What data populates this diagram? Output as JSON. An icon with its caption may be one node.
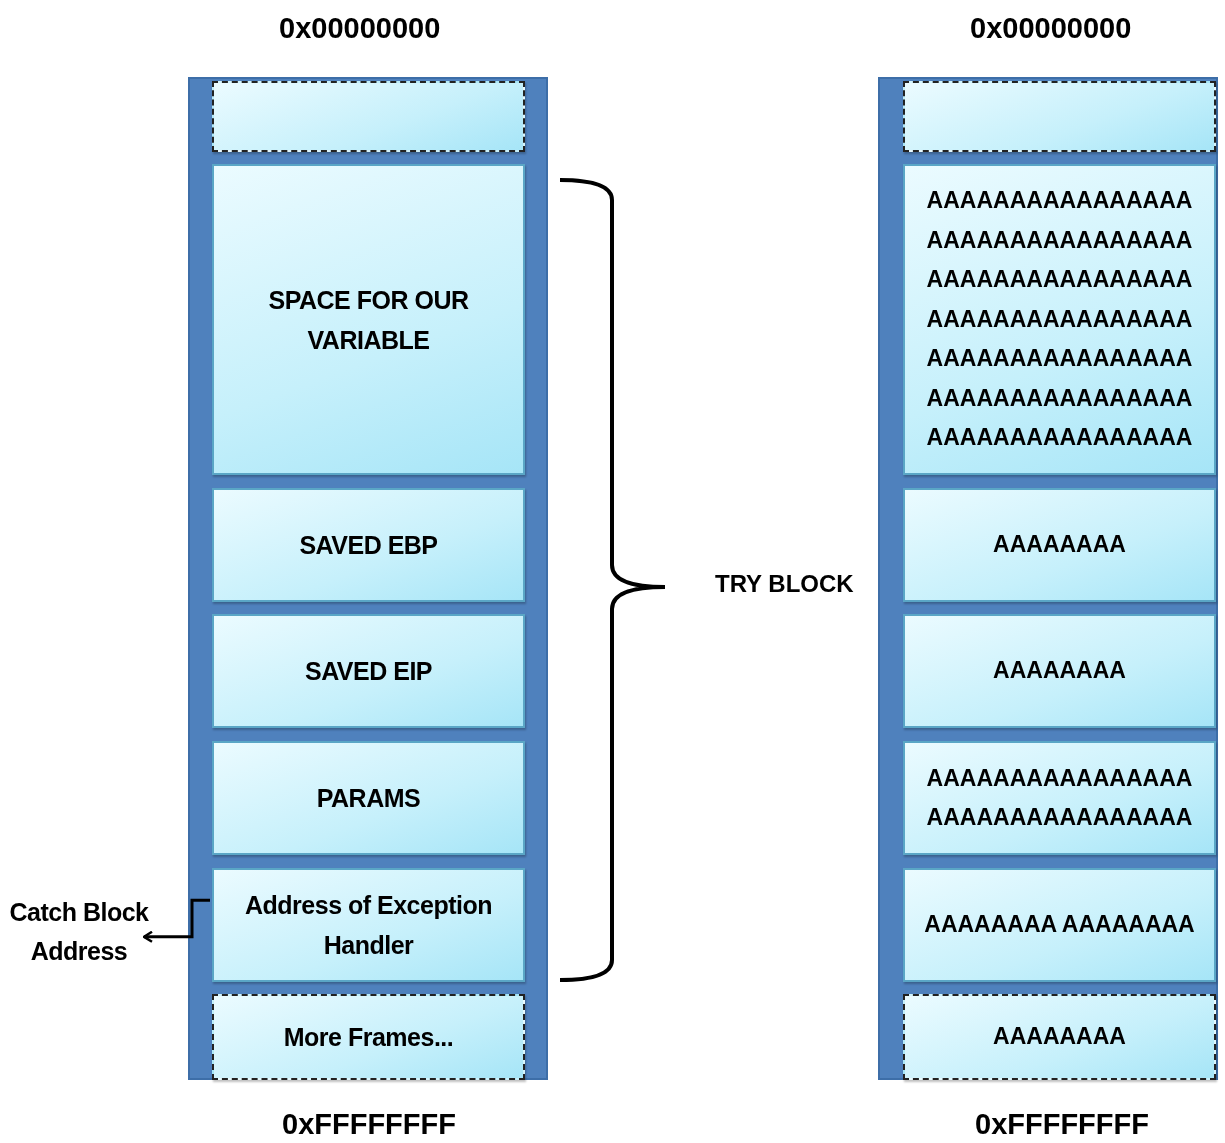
{
  "diagram": {
    "nodes": [
      {
        "text": [],
        "shape": "bar"
      },
      {
        "text": [],
        "shape": "box",
        "in": 0
      },
      {
        "text": [
          "SPACE FOR OUR VARIABLE"
        ],
        "in": 0
      },
      {
        "text": [
          "SAVED EBP"
        ],
        "in": 0
      },
      {
        "text": [
          "SAVED EIP"
        ],
        "in": 0
      },
      {
        "text": [
          "PARAMS"
        ],
        "in": 0
      },
      {
        "text": [
          "Address of Exception Handler"
        ],
        "in": 0
      },
      {
        "text": [
          "More Frames..."
        ],
        "in": 0
      },
      {
        "text": [],
        "shape": "bar"
      },
      {
        "text": [],
        "shape": "box",
        "in": 8
      },
      {
        "text": [
          "AAAAAAAAAAAAAAAA AAAAAAAAAAAAAAAA AAAAAAAAAAAAAAAA AAAAAAAAAAAAAAAA AAAAAAAAAAAAAAAA AAAAAAAAAAAAAAAA AAAAAAAAAAAAAAAA"
        ],
        "in": 8
      },
      {
        "text": [
          "AAAAAAAA"
        ],
        "in": 8
      },
      {
        "text": [
          "AAAAAAAA"
        ],
        "in": 8
      },
      {
        "text": [
          "AAAAAAAAAAAAAAAA AAAAAAAAAAAAAAAA"
        ],
        "in": 8
      },
      {
        "text": [
          "AAAAAAAA AAAAAAAA"
        ],
        "in": 8
      },
      {
        "text": [
          "AAAAAAAA"
        ],
        "in": 8
      },
      {
        "text": [
          "Catch Block Address"
        ]
      }
    ],
    "edges": [
      {
        "from": 6,
        "to": 16,
        "arrow": "to"
      }
    ],
    "labels": [
      "0x00000000",
      "0x00000000",
      "TRY BLOCK",
      "0xFFFFFFFF",
      "0xFFFFFFFF"
    ]
  }
}
